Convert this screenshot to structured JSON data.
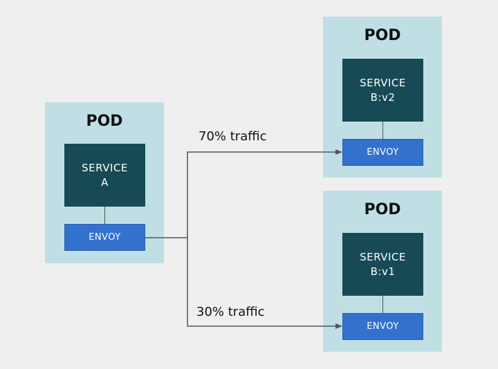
{
  "pods": {
    "a": {
      "title": "POD",
      "service_line1": "SERVICE",
      "service_line2": "A",
      "envoy": "ENVOY"
    },
    "b2": {
      "title": "POD",
      "service_line1": "SERVICE",
      "service_line2": "B:v2",
      "envoy": "ENVOY"
    },
    "b1": {
      "title": "POD",
      "service_line1": "SERVICE",
      "service_line2": "B:v1",
      "envoy": "ENVOY"
    }
  },
  "routes": {
    "to_v2": {
      "label": "70% traffic",
      "percent": 70
    },
    "to_v1": {
      "label": "30% traffic",
      "percent": 30
    }
  },
  "colors": {
    "background": "#efefef",
    "pod": "#c0dfe5",
    "service": "#174a55",
    "envoy": "#3371cf",
    "line": "#555555"
  }
}
